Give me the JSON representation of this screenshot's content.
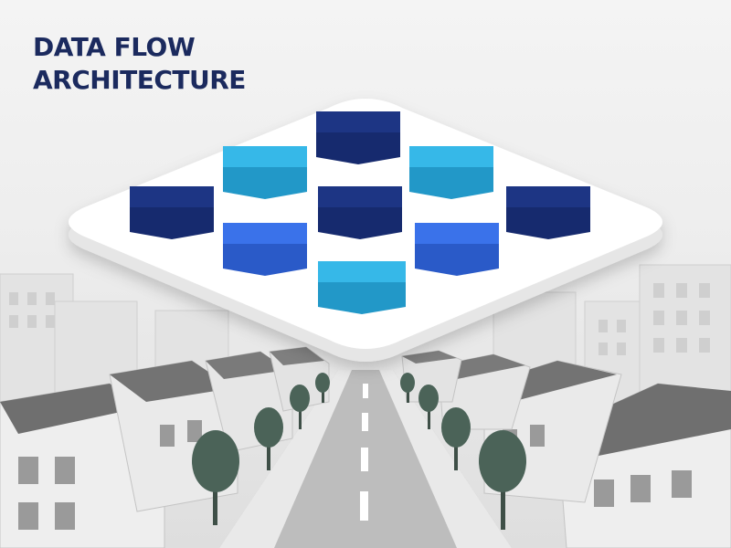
{
  "title": {
    "line1": "DATA FLOW",
    "line2": "ARCHITECTURE"
  },
  "colors": {
    "title": "#1b2a5e",
    "block_navy": "#1d3584",
    "block_blue": "#2f67e0",
    "block_cyan": "#2aaee0",
    "platform": "#ffffff",
    "connector": "#ffffff",
    "building": "#e9e9e9",
    "roof": "#7b7b7b",
    "road": "#b8b8b8",
    "tree": "#4b6358"
  },
  "diagram": {
    "blocks": [
      {
        "id": "b1",
        "tone": "navy"
      },
      {
        "id": "b2",
        "tone": "cyan"
      },
      {
        "id": "b3",
        "tone": "cyan"
      },
      {
        "id": "b4",
        "tone": "navy"
      },
      {
        "id": "b5",
        "tone": "navy"
      },
      {
        "id": "b6",
        "tone": "navy"
      },
      {
        "id": "b7",
        "tone": "blue"
      },
      {
        "id": "b8",
        "tone": "blue"
      },
      {
        "id": "b9",
        "tone": "cyan"
      }
    ]
  }
}
